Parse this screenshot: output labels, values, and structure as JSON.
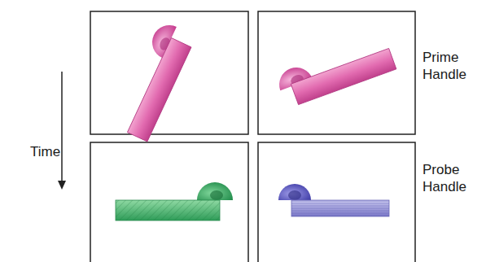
{
  "diagram": {
    "labels": [
      "Time",
      "Prime Handle",
      "Probe Handle"
    ]
  }
}
